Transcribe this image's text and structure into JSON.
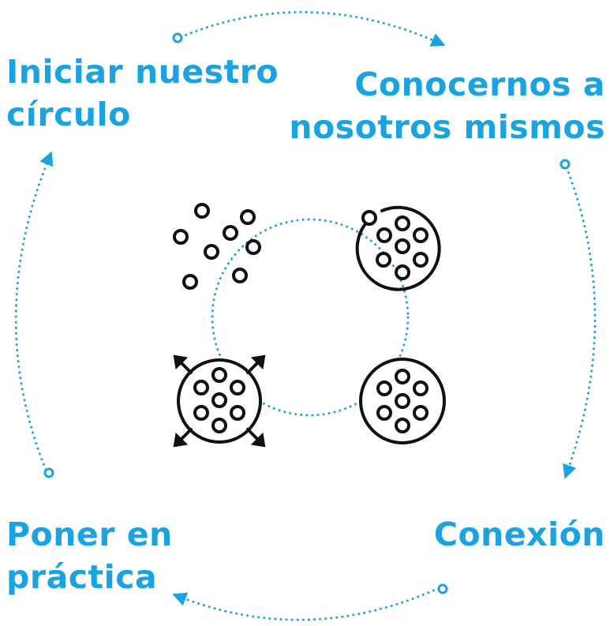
{
  "colors": {
    "accent": "#1aa3e0",
    "ink": "#111111"
  },
  "stages": [
    {
      "id": "start",
      "lines": [
        "Iniciar nuestro",
        "círculo"
      ]
    },
    {
      "id": "know",
      "lines": [
        "Conocernos a",
        "nosotros mismos"
      ]
    },
    {
      "id": "connect",
      "lines": [
        "Conexión"
      ]
    },
    {
      "id": "practice",
      "lines": [
        "Poner en",
        "práctica"
      ]
    }
  ],
  "icons": [
    {
      "stage": "start",
      "name": "scattered-dots-icon"
    },
    {
      "stage": "know",
      "name": "gathering-circle-icon"
    },
    {
      "stage": "connect",
      "name": "closed-circle-icon"
    },
    {
      "stage": "practice",
      "name": "expanding-circle-icon"
    }
  ]
}
